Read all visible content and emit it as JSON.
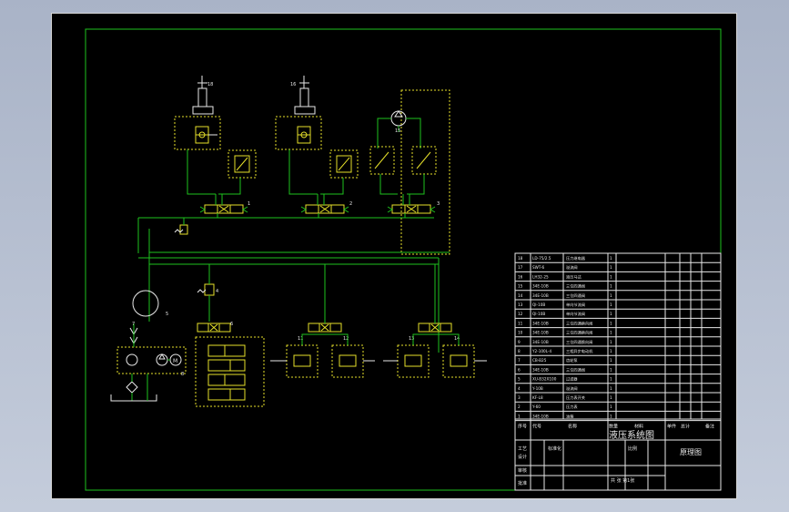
{
  "drawing": {
    "title": "液压系统图",
    "drawing_type": "原理图",
    "scale_label": "比例",
    "sheet_label": "共  张  第1张",
    "designer_label": "设计",
    "checker_label": "审核",
    "approver_label": "批准",
    "standard_label": "标准化",
    "process_label": "工艺"
  },
  "bom": {
    "header": [
      "序号",
      "代号",
      "名称",
      "数量",
      "材料",
      "单件",
      "总计",
      "备注"
    ],
    "rows": [
      {
        "no": "18",
        "code": "LD-75/2.5",
        "name": "压力继电器",
        "qty": "1"
      },
      {
        "no": "17",
        "code": "SWT-6",
        "name": "溢流阀",
        "qty": "1"
      },
      {
        "no": "16",
        "code": "LH32-25",
        "name": "液压马达",
        "qty": "1"
      },
      {
        "no": "15",
        "code": "34E-10B",
        "name": "三位四通阀",
        "qty": "1"
      },
      {
        "no": "14",
        "code": "34E-10B",
        "name": "三位四通阀",
        "qty": "1"
      },
      {
        "no": "13",
        "code": "QI-10B",
        "name": "单向节流阀",
        "qty": "1"
      },
      {
        "no": "12",
        "code": "QI-10B",
        "name": "单向节流阀",
        "qty": "1"
      },
      {
        "no": "11",
        "code": "34E-10B",
        "name": "三位四通换向阀",
        "qty": "1"
      },
      {
        "no": "10",
        "code": "34E-10B",
        "name": "三位四通换向阀",
        "qty": "1"
      },
      {
        "no": "9",
        "code": "34E-10B",
        "name": "三位四通换向阀",
        "qty": "1"
      },
      {
        "no": "8",
        "code": "Y2-100L-4",
        "name": "三相异步电动机",
        "qty": "1"
      },
      {
        "no": "7",
        "code": "CB-B25",
        "name": "齿轮泵",
        "qty": "1"
      },
      {
        "no": "6",
        "code": "34E-10B",
        "name": "三位四通阀",
        "qty": "1"
      },
      {
        "no": "5",
        "code": "XU-B32X100",
        "name": "过滤器",
        "qty": "1"
      },
      {
        "no": "4",
        "code": "Y-10B",
        "name": "溢流阀",
        "qty": "1"
      },
      {
        "no": "3",
        "code": "KF-L8",
        "name": "压力表开关",
        "qty": "1"
      },
      {
        "no": "2",
        "code": "Y-60",
        "name": "压力表",
        "qty": "1"
      },
      {
        "no": "1",
        "code": "34E-10B",
        "name": "油箱",
        "qty": "1"
      }
    ]
  },
  "labels": {
    "valve_1": "1",
    "valve_2": "2",
    "valve_3": "3",
    "relief": "4",
    "reservoir": "5",
    "pump": "6",
    "motor": "8",
    "hydraulic_motor": "15",
    "cyl_a": "18",
    "cyl_b": "16",
    "check_8": "7",
    "cyl_11": "11",
    "cyl_12": "12",
    "cyl_13": "13",
    "cyl_14": "14"
  },
  "colors": {
    "line": "#1ec21e",
    "dashed_box": "#e6e02a",
    "text": "#e8e8e8",
    "frame": "#1ec21e",
    "background": "#000000"
  }
}
